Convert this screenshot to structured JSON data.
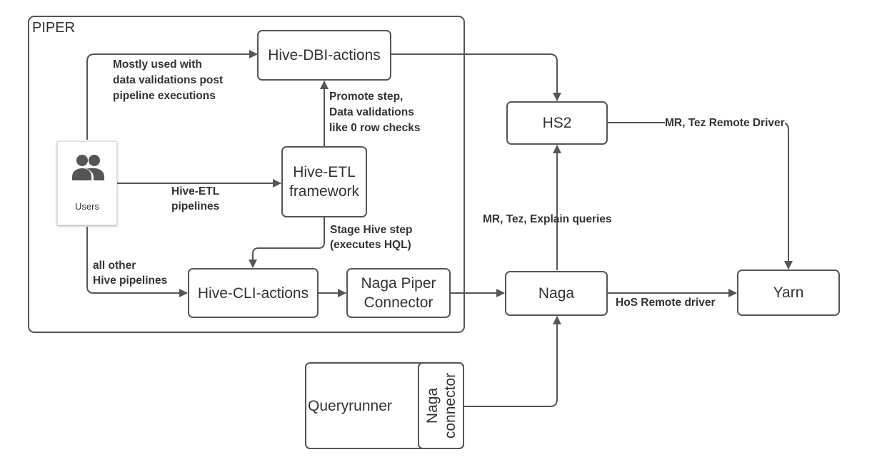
{
  "container": {
    "label": "PIPER"
  },
  "nodes": {
    "hive_dbi": "Hive-DBI-actions",
    "hs2": "HS2",
    "hive_etl_line1": "Hive-ETL",
    "hive_etl_line2": "framework",
    "users": "Users",
    "hive_cli": "Hive-CLI-actions",
    "naga_piper_line1": "Naga Piper",
    "naga_piper_line2": "Connector",
    "naga": "Naga",
    "yarn": "Yarn",
    "queryrunner": "Queryrunner",
    "naga_connector_line1": "Naga",
    "naga_connector_line2": "connector"
  },
  "edge_labels": {
    "users_dbi": [
      "Mostly used with",
      "data validations post",
      "pipeline executions"
    ],
    "etl_dbi": [
      "Promote step,",
      "Data validations",
      "like 0 row checks"
    ],
    "users_etl": [
      "Hive-ETL",
      "pipelines"
    ],
    "etl_cli": [
      "Stage Hive step",
      "(executes HQL)"
    ],
    "users_cli": [
      "all other",
      "Hive pipelines"
    ],
    "hs2_yarn": "MR, Tez Remote Driver",
    "naga_hs2": "MR, Tez, Explain queries",
    "naga_yarn": "HoS Remote driver"
  },
  "icons": {
    "users": "users-group-icon"
  },
  "colors": {
    "stroke": "#555555",
    "text": "#333333",
    "icon": "#555555"
  }
}
